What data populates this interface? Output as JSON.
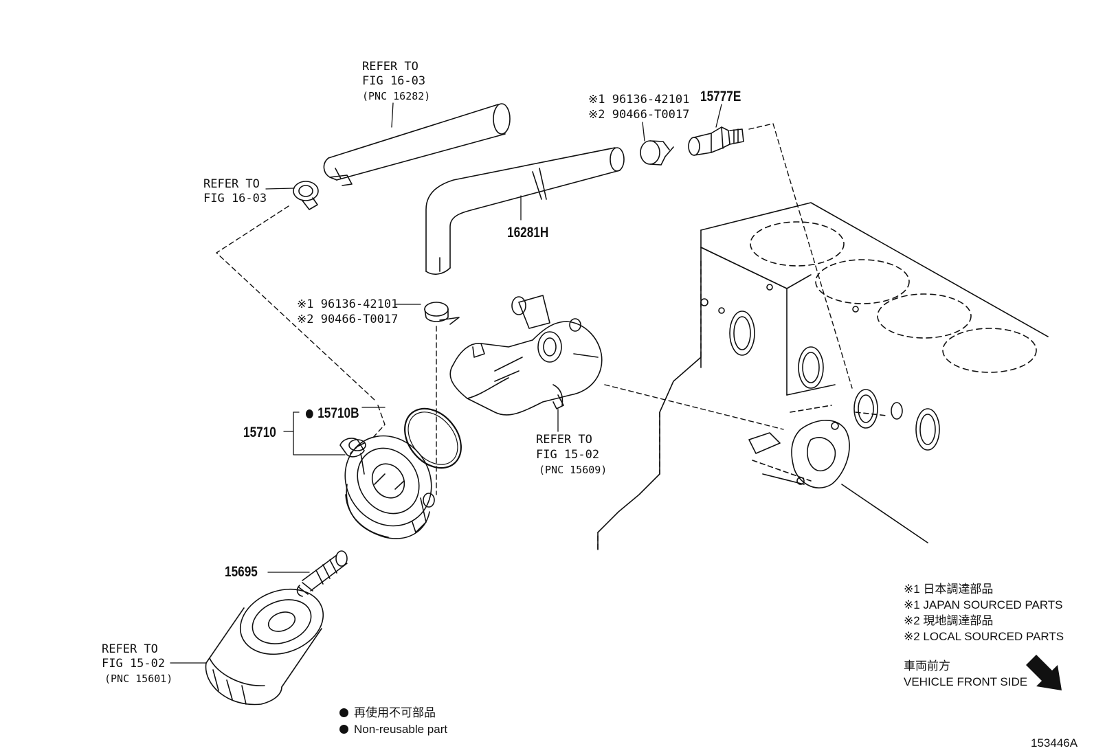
{
  "diagram": {
    "refer_hose_top": {
      "line1": "REFER TO",
      "line2": "FIG 16-03",
      "line3": "(PNC 16282)"
    },
    "refer_clamp_left": {
      "line1": "REFER TO",
      "line2": "FIG 16-03"
    },
    "clamp_top": {
      "line1": "※1 96136-42101",
      "line2": "※2 90466-T0017"
    },
    "union_part": "15777E",
    "hose_part": "16281H",
    "clamp_mid": {
      "line1": "※1 96136-42101",
      "line2": "※2 90466-T0017"
    },
    "gasket_part": "15710B",
    "cooler_part": "15710",
    "refer_bracket": {
      "line1": "REFER TO",
      "line2": "FIG 15-02",
      "line3": "(PNC 15609)"
    },
    "stud_part": "15695",
    "refer_filter": {
      "line1": "REFER TO",
      "line2": "FIG 15-02",
      "line3": "(PNC 15601)"
    }
  },
  "legend": {
    "line1": "※1 日本調達部品",
    "line2": "※1 JAPAN SOURCED PARTS",
    "line3": "※2 現地調達部品",
    "line4": "※2 LOCAL SOURCED PARTS"
  },
  "front": {
    "jp": "車両前方",
    "en": "VEHICLE FRONT SIDE"
  },
  "non_reusable": {
    "jp": "再使用不可部品",
    "en": "Non-reusable part"
  },
  "figure_id": "153446A"
}
